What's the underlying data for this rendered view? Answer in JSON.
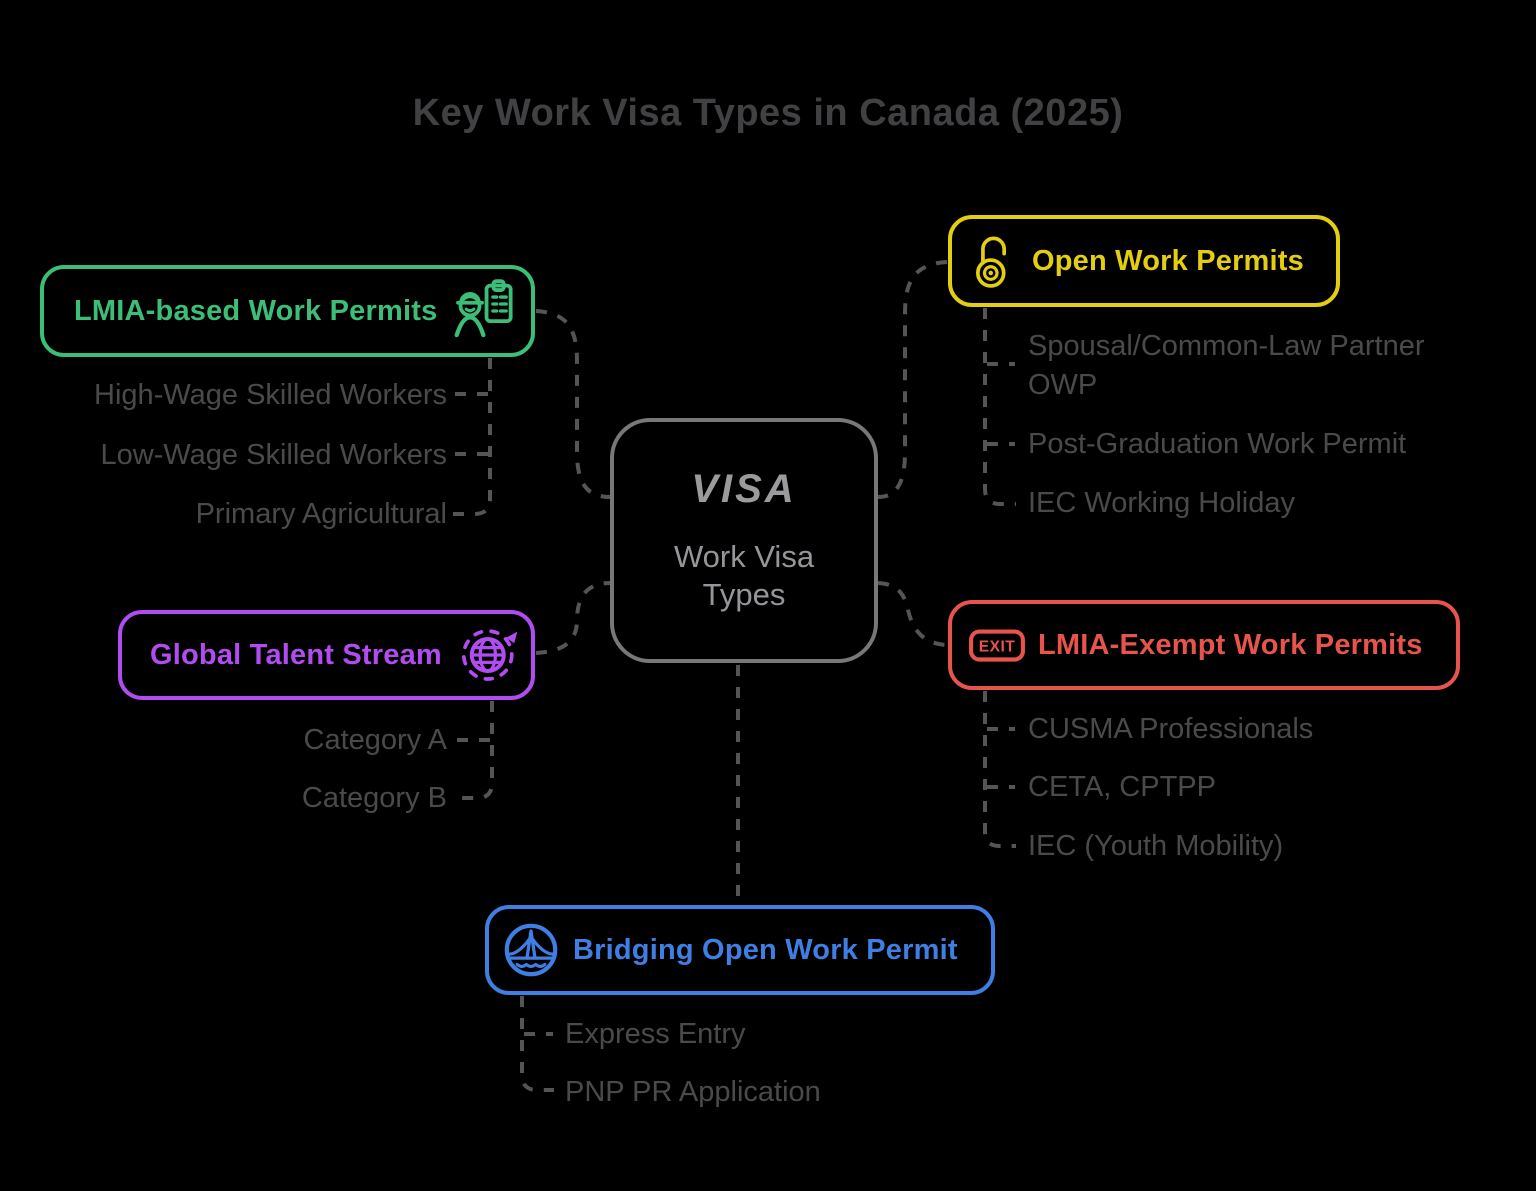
{
  "title": "Key Work Visa Types in Canada (2025)",
  "center": {
    "logo": "VISA",
    "label": "Work Visa Types"
  },
  "branches": [
    {
      "id": "lmia-based",
      "label": "LMIA-based Work Permits",
      "color": "#3cbd78",
      "icon": "worker-clipboard-icon",
      "children": [
        "High-Wage Skilled Workers",
        "Low-Wage Skilled Workers",
        "Primary Agricultural"
      ]
    },
    {
      "id": "global-talent-stream",
      "label": "Global Talent Stream",
      "color": "#b14cf0",
      "icon": "globe-refresh-icon",
      "children": [
        "Category A",
        "Category B"
      ]
    },
    {
      "id": "open-work-permits",
      "label": "Open Work Permits",
      "color": "#e4ce10",
      "icon": "open-lock-icon",
      "children": [
        "Spousal/Common-Law Partner OWP",
        "Post-Graduation Work Permit",
        "IEC Working Holiday"
      ]
    },
    {
      "id": "lmia-exempt",
      "label": "LMIA-Exempt Work Permits",
      "color": "#e6544d",
      "icon": "exit-sign-icon",
      "icon_text": "EXIT",
      "children": [
        "CUSMA Professionals",
        "CETA, CPTPP",
        "IEC (Youth Mobility)"
      ]
    },
    {
      "id": "bridging-owp",
      "label": "Bridging Open Work Permit",
      "color": "#3f7fe3",
      "icon": "bridge-icon",
      "children": [
        "Express Entry",
        "PNP PR Application"
      ]
    }
  ],
  "colors": {
    "background": "#000000",
    "title_text": "#414144",
    "subitem_text": "#4a4a4a",
    "connector": "#555555",
    "center_border": "#77787a",
    "center_text": "#96969a"
  }
}
